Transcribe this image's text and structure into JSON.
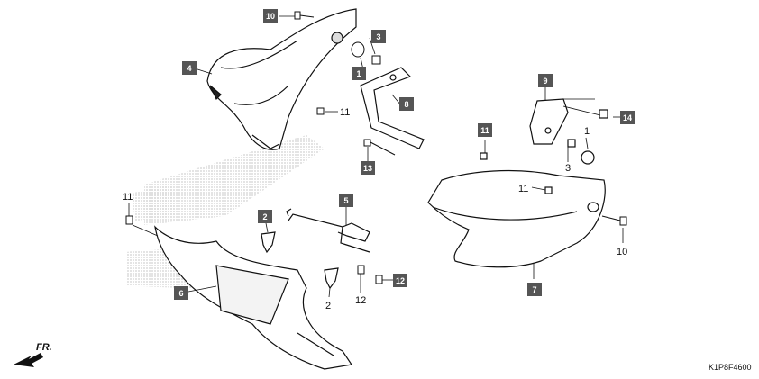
{
  "diagram_code": "K1P8F4600",
  "front_label": "FR.",
  "callouts": {
    "b10": "10",
    "b4": "4",
    "b3": "3",
    "b1": "1",
    "b8": "8",
    "n11a": "11",
    "b13": "13",
    "b9": "9",
    "b14": "14",
    "n1": "1",
    "n3": "3",
    "b11": "11",
    "n11b": "11",
    "n10": "10",
    "b7": "7",
    "n11c": "11",
    "b2": "2",
    "b5": "5",
    "b6": "6",
    "n2": "2",
    "n12": "12",
    "b12": "12"
  }
}
